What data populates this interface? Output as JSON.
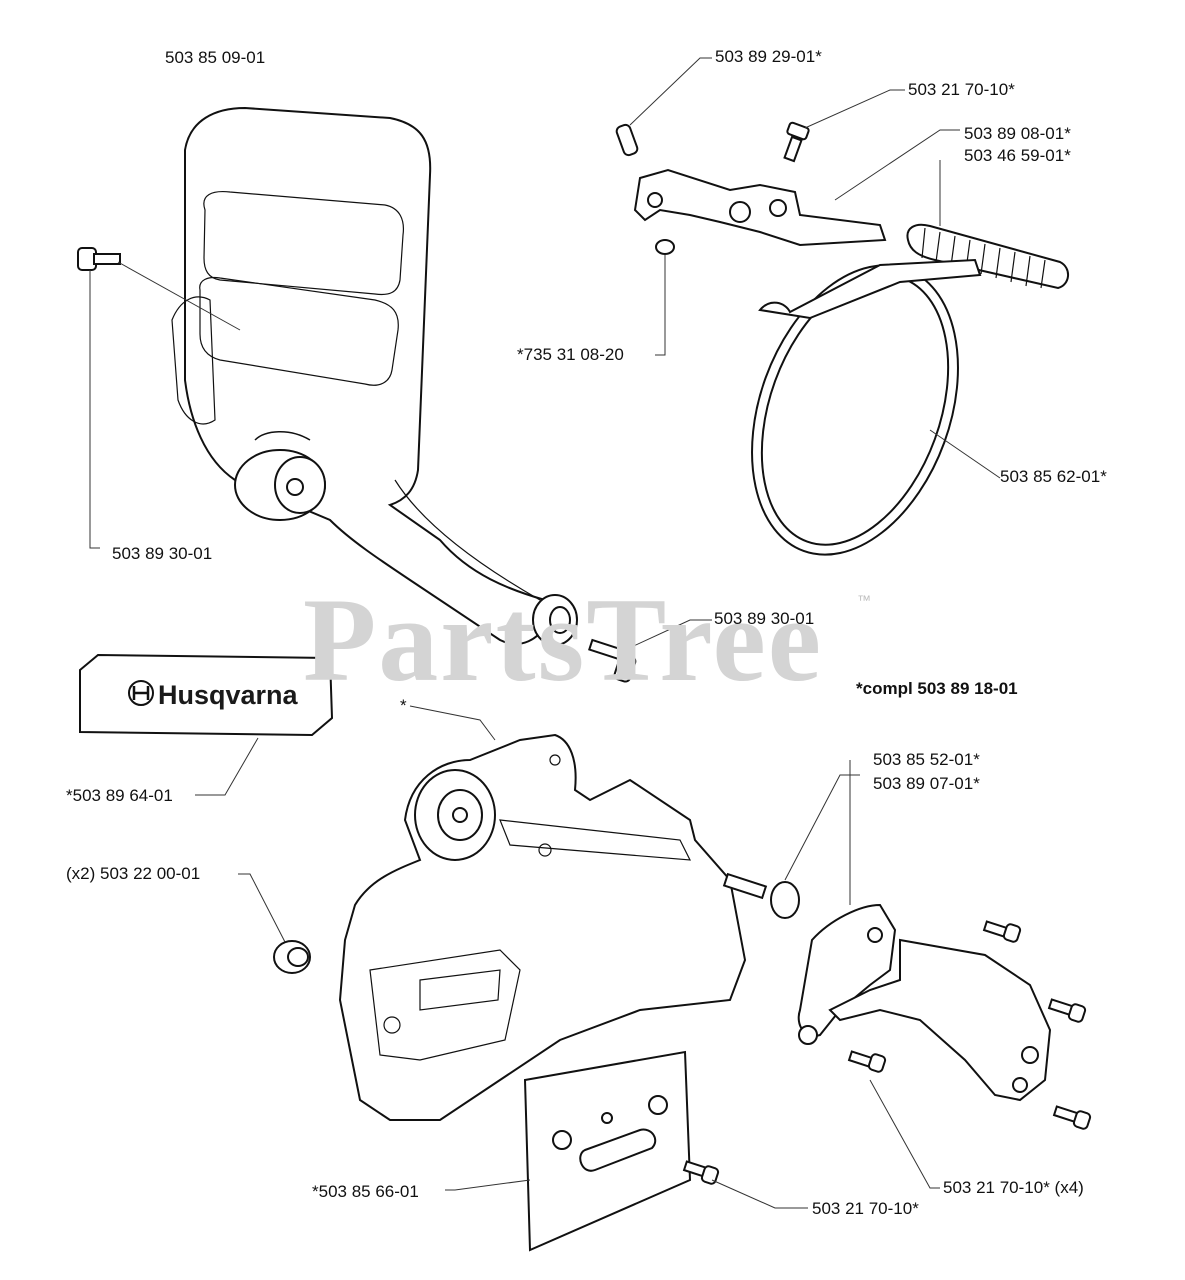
{
  "watermark": {
    "text": "PartsTree",
    "tm": "™"
  },
  "logo": {
    "brand_text": "Husqvarna"
  },
  "labels": {
    "cover": "503 85 09-01",
    "pin": "503 89 29-01*",
    "screw_top": "503 21 70-10*",
    "lever": "503 89 08-01*",
    "spring": "503 46 59-01*",
    "washer": "*735 31 08-20",
    "screw_left": "503 89 30-01",
    "band": "503 85 62-01*",
    "screw_mid": "503 89 30-01",
    "compl": "*compl 503 89 18-01",
    "decal": "*503 89 64-01",
    "star": "*",
    "guard1": "503 85 52-01*",
    "guard2": "503 89 07-01*",
    "bushing": "(x2) 503 22 00-01",
    "plate": "*503 85 66-01",
    "screws_x4": "503 21 70-10* (x4)",
    "screw_bottom": "503 21 70-10*"
  }
}
